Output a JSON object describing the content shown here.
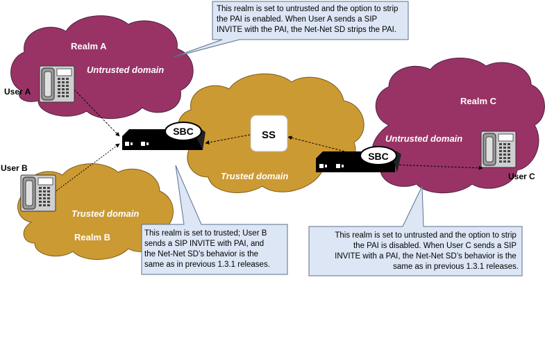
{
  "colors": {
    "untrusted_cloud": "#993366",
    "trusted_cloud": "#cc9a33",
    "callout_fill": "#dde6f5",
    "callout_stroke": "#5a6f8c",
    "device": "#000000",
    "phone_body": "#cccccc"
  },
  "clouds": {
    "realm_a": {
      "name": "Realm A",
      "domain": "Untrusted domain"
    },
    "realm_b": {
      "name": "Realm B",
      "domain": "Trusted domain"
    },
    "realm_c": {
      "name": "Realm C",
      "domain": "Untrusted domain"
    },
    "core": {
      "domain": "Trusted domain"
    }
  },
  "users": {
    "a": "User A",
    "b": "User B",
    "c": "User C"
  },
  "nodes": {
    "sbc_left": "SBC",
    "sbc_right": "SBC",
    "ss": "SS"
  },
  "callouts": {
    "top": [
      "This realm is set to untrusted and the option to strip",
      "the PAI is enabled. When User A sends a SIP",
      "INVITE with the PAI, the Net-Net SD strips the PAI."
    ],
    "left": [
      "This realm is set to trusted; User B",
      "sends a SIP INVITE with PAI, and",
      "the Net-Net SD’s behavior is the",
      "same as in previous 1.3.1 releases."
    ],
    "right": [
      "This realm is set to untrusted and the option to strip",
      "the PAI is disabled. When User C sends a SIP",
      "INVITE with a PAI, the Net-Net SD’s behavior is the",
      "same as in previous 1.3.1 releases."
    ]
  }
}
